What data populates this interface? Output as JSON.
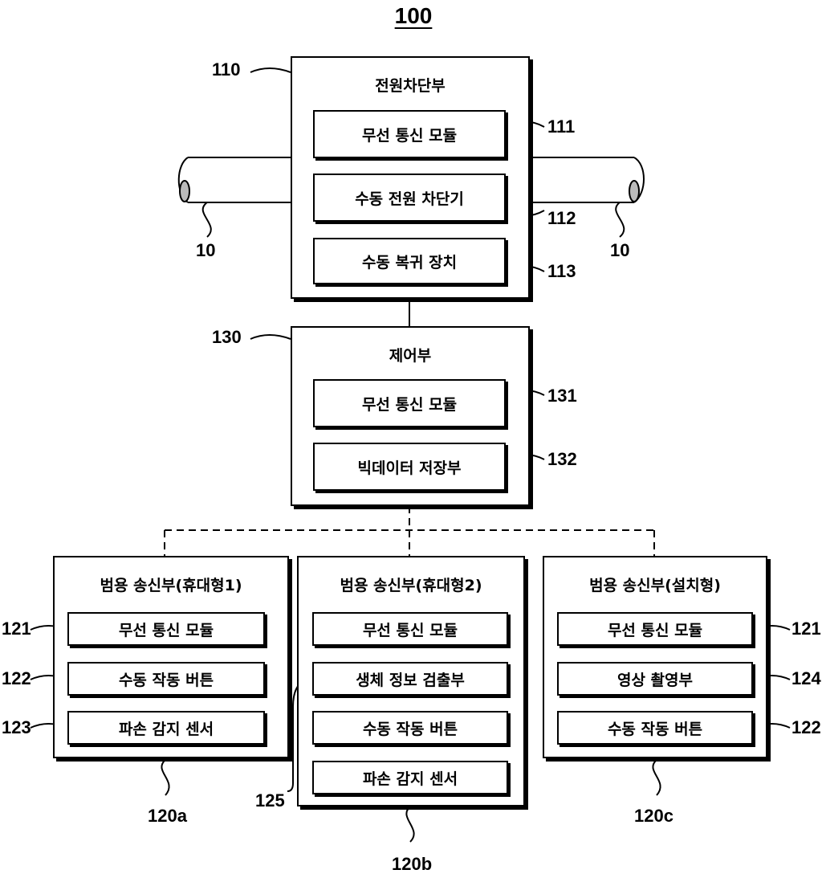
{
  "figure_number": "100",
  "power_cutoff": {
    "ref": "110",
    "title": "전원차단부",
    "modules": [
      {
        "ref": "111",
        "label": "무선 통신 모듈"
      },
      {
        "ref": "112",
        "label": "수동 전원 차단기"
      },
      {
        "ref": "113",
        "label": "수동 복귀 장치"
      }
    ]
  },
  "cable_ref": "10",
  "control": {
    "ref": "130",
    "title": "제어부",
    "modules": [
      {
        "ref": "131",
        "label": "무선 통신 모듈"
      },
      {
        "ref": "132",
        "label": "빅데이터 저장부"
      }
    ]
  },
  "transmitters": [
    {
      "ref": "120a",
      "title": "범용 송신부(휴대형1)",
      "modules": [
        {
          "ref": "121",
          "label": "무선 통신 모듈"
        },
        {
          "ref": "122",
          "label": "수동 작동 버튼"
        },
        {
          "ref": "123",
          "label": "파손 감지 센서"
        }
      ]
    },
    {
      "ref": "120b",
      "title": "범용 송신부(휴대형2)",
      "bio_ref": "125",
      "modules": [
        {
          "label": "무선 통신 모듈"
        },
        {
          "label": "생체 정보 검출부"
        },
        {
          "label": "수동 작동 버튼"
        },
        {
          "label": "파손 감지 센서"
        }
      ]
    },
    {
      "ref": "120c",
      "title": "범용 송신부(설치형)",
      "modules": [
        {
          "ref": "121",
          "label": "무선 통신 모듈"
        },
        {
          "ref": "124",
          "label": "영상 촬영부"
        },
        {
          "ref": "122",
          "label": "수동 작동 버튼"
        }
      ]
    }
  ]
}
